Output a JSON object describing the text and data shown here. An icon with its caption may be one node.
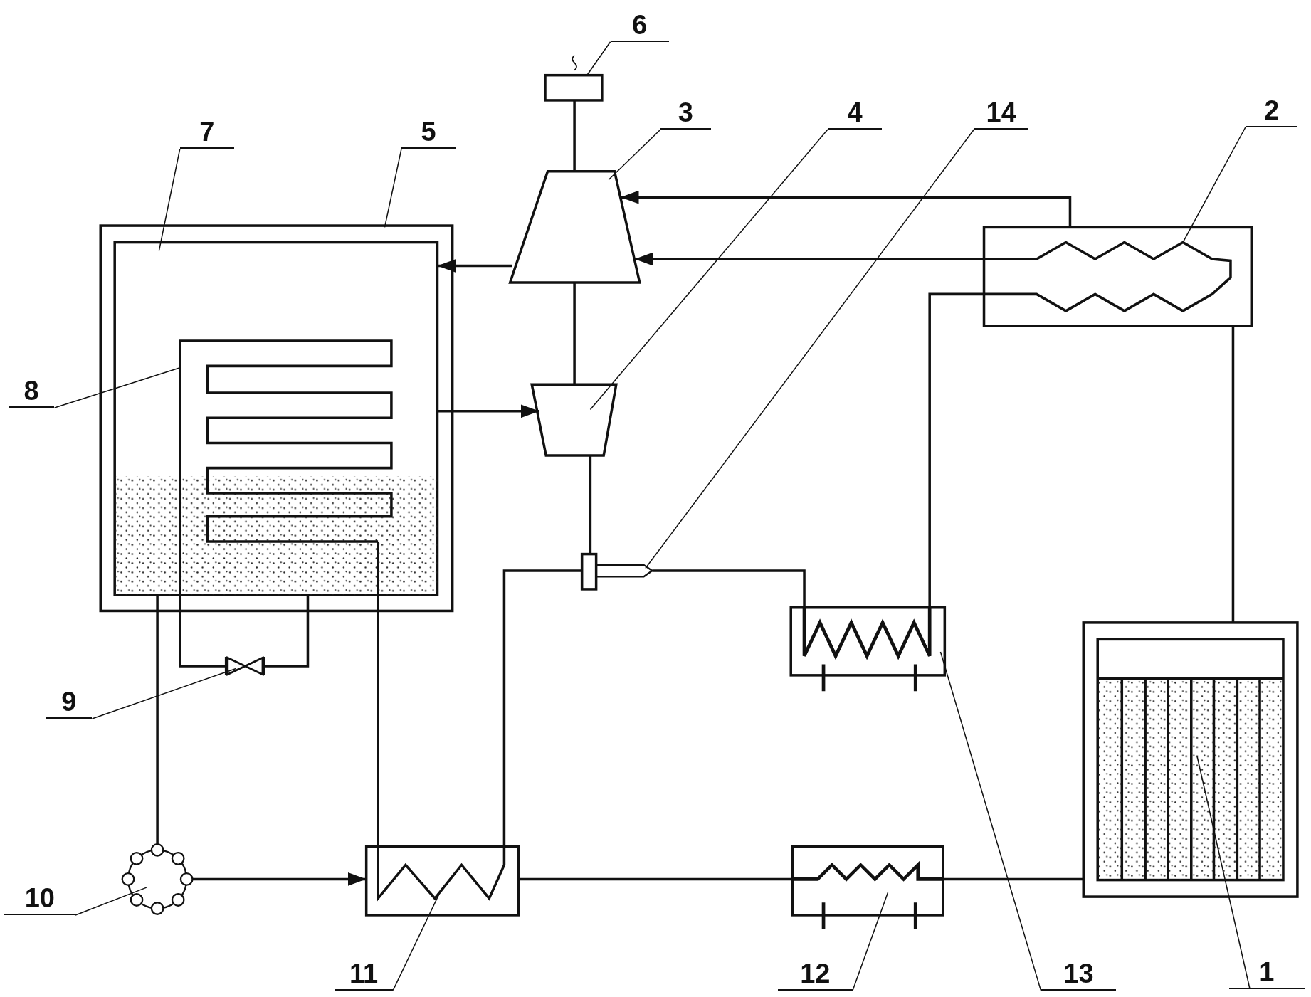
{
  "diagram": {
    "nodes": [
      {
        "text": [],
        "shape": "box"
      },
      {
        "text": [],
        "shape": "box"
      },
      {
        "text": [],
        "shape": "trapezoid"
      },
      {
        "text": [],
        "shape": "trapezoid"
      },
      {
        "text": [],
        "shape": "box"
      },
      {
        "text": [],
        "shape": "box",
        "in": 4
      },
      {
        "text": [],
        "shape": "coil",
        "in": 5
      },
      {
        "text": [],
        "shape": "box"
      },
      {
        "text": [],
        "shape": "valve"
      },
      {
        "text": [],
        "shape": "circle"
      },
      {
        "text": [],
        "shape": "box"
      },
      {
        "text": [],
        "shape": "box"
      },
      {
        "text": [],
        "shape": "box"
      },
      {
        "text": [],
        "shape": "box"
      },
      {
        "text": [
          "1"
        ]
      },
      {
        "text": [
          "2"
        ]
      },
      {
        "text": [
          "3"
        ]
      },
      {
        "text": [
          "4"
        ]
      },
      {
        "text": [
          "5"
        ]
      },
      {
        "text": [
          "7"
        ]
      },
      {
        "text": [
          "8"
        ]
      },
      {
        "text": [
          "6"
        ]
      },
      {
        "text": [
          "9"
        ]
      },
      {
        "text": [
          "10"
        ]
      },
      {
        "text": [
          "11"
        ]
      },
      {
        "text": [
          "12"
        ]
      },
      {
        "text": [
          "13"
        ]
      },
      {
        "text": [
          "14"
        ]
      }
    ],
    "edges": [
      {
        "from": 14,
        "to": 0,
        "arrow": "none"
      },
      {
        "from": 15,
        "to": 1,
        "arrow": "none"
      },
      {
        "from": 16,
        "to": 2,
        "arrow": "none"
      },
      {
        "from": 17,
        "to": 3,
        "arrow": "none"
      },
      {
        "from": 18,
        "to": 4,
        "arrow": "none"
      },
      {
        "from": 19,
        "to": 5,
        "arrow": "none"
      },
      {
        "from": 20,
        "to": 6,
        "arrow": "none"
      },
      {
        "from": 21,
        "to": 7,
        "arrow": "none"
      },
      {
        "from": 22,
        "to": 8,
        "arrow": "none"
      },
      {
        "from": 23,
        "to": 9,
        "arrow": "none"
      },
      {
        "from": 24,
        "to": 10,
        "arrow": "none"
      },
      {
        "from": 25,
        "to": 11,
        "arrow": "none"
      },
      {
        "from": 26,
        "to": 12,
        "arrow": "none"
      },
      {
        "from": 27,
        "to": 13,
        "arrow": "none"
      },
      {
        "from": 1,
        "to": 2,
        "arrow": "to"
      },
      {
        "from": 1,
        "to": 2,
        "arrow": "to"
      },
      {
        "from": 2,
        "to": 5,
        "arrow": "to"
      },
      {
        "from": 5,
        "to": 3,
        "arrow": "to"
      },
      {
        "from": 7,
        "to": 2,
        "arrow": "none"
      },
      {
        "from": 2,
        "to": 3,
        "arrow": "none"
      },
      {
        "from": 3,
        "to": 13,
        "arrow": "none"
      },
      {
        "from": 13,
        "to": 12,
        "arrow": "none"
      },
      {
        "from": 12,
        "to": 1,
        "arrow": "none"
      },
      {
        "from": 1,
        "to": 0,
        "arrow": "none"
      },
      {
        "from": 0,
        "to": 11,
        "arrow": "none"
      },
      {
        "from": 11,
        "to": 10,
        "arrow": "none"
      },
      {
        "from": 10,
        "to": 13,
        "arrow": "none"
      },
      {
        "from": 6,
        "to": 10,
        "arrow": "none"
      },
      {
        "from": 5,
        "to": 9,
        "arrow": "none"
      },
      {
        "from": 9,
        "to": 10,
        "arrow": "to"
      },
      {
        "from": 6,
        "to": 8,
        "arrow": "none"
      },
      {
        "from": 8,
        "to": 5,
        "arrow": "none"
      }
    ]
  }
}
